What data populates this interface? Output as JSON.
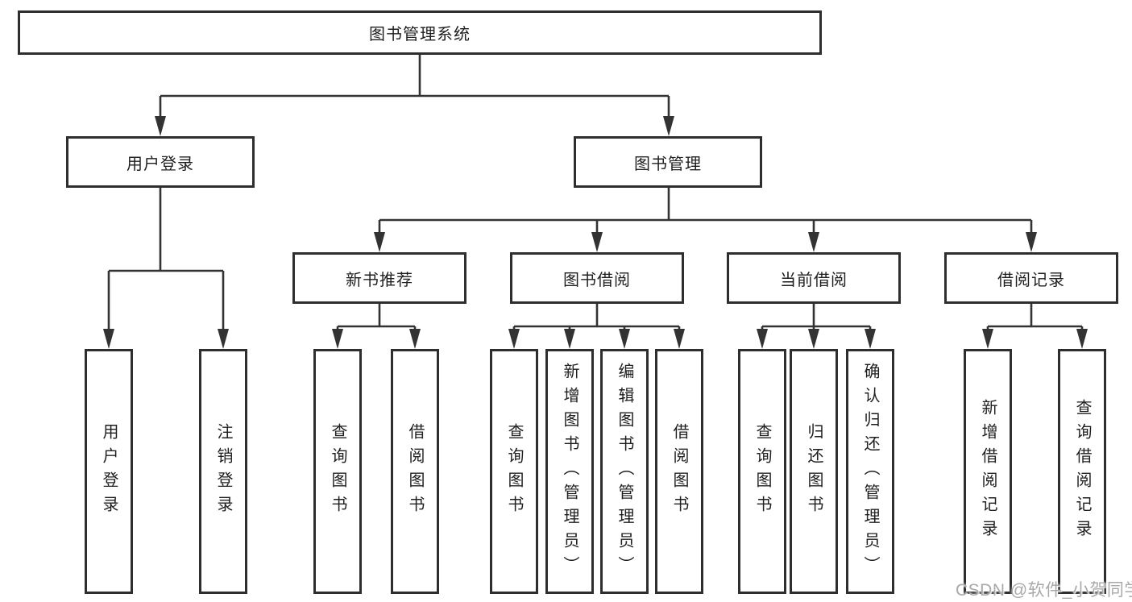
{
  "diagram": {
    "title": "图书管理系统",
    "branches": [
      {
        "label": "用户登录",
        "children": [
          {
            "label": "用户登录"
          },
          {
            "label": "注销登录"
          }
        ]
      },
      {
        "label": "图书管理",
        "children": [
          {
            "label": "新书推荐",
            "children": [
              {
                "label": "查询图书"
              },
              {
                "label": "借阅图书"
              }
            ]
          },
          {
            "label": "图书借阅",
            "children": [
              {
                "label": "查询图书"
              },
              {
                "label": "新增图书（管理员）"
              },
              {
                "label": "编辑图书（管理员）"
              },
              {
                "label": "借阅图书"
              }
            ]
          },
          {
            "label": "当前借阅",
            "children": [
              {
                "label": "查询图书"
              },
              {
                "label": "归还图书"
              },
              {
                "label": "确认归还（管理员）"
              }
            ]
          },
          {
            "label": "借阅记录",
            "children": [
              {
                "label": "新增借阅记录"
              },
              {
                "label": "查询借阅记录"
              }
            ]
          }
        ]
      }
    ]
  },
  "watermark": {
    "text": "CSDN @软件_小贺同学"
  },
  "colors": {
    "line": "#333333",
    "box_border": "#2e2e2e",
    "text": "#1f1f1f",
    "watermark": "#a9a9a9",
    "bg": "#ffffff"
  }
}
